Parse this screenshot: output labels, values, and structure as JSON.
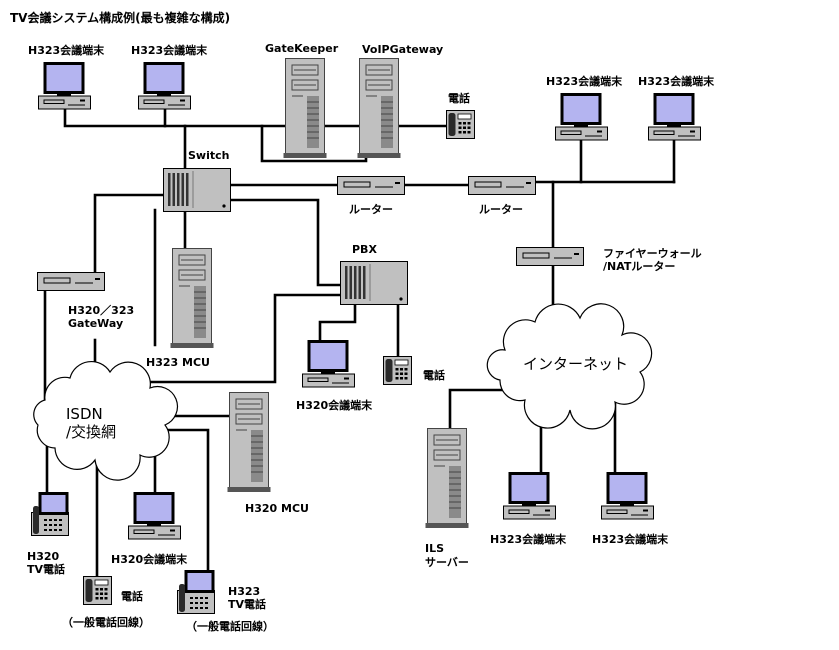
{
  "title": "TV会議システム構成例(最も複雑な構成)",
  "colors": {
    "device": "#c0c0c0",
    "screen": "#b4b4f0",
    "line": "#000000",
    "background": "#ffffff"
  },
  "nodes": {
    "h323_terminal_a": {
      "label": "H323会議端末",
      "icon": "computer-icon"
    },
    "h323_terminal_b": {
      "label": "H323会議端末",
      "icon": "computer-icon"
    },
    "gatekeeper": {
      "label": "GateKeeper",
      "icon": "server-tower-icon"
    },
    "voip_gateway": {
      "label": "VoIPGateway",
      "icon": "server-tower-icon"
    },
    "phone_a": {
      "label": "電話",
      "icon": "telephone-icon"
    },
    "h323_terminal_c": {
      "label": "H323会議端末",
      "icon": "computer-icon"
    },
    "h323_terminal_d": {
      "label": "H323会議端末",
      "icon": "computer-icon"
    },
    "switch": {
      "label": "Switch",
      "icon": "switch-icon"
    },
    "router_a": {
      "label": "ルーター",
      "icon": "router-icon"
    },
    "router_b": {
      "label": "ルーター",
      "icon": "router-icon"
    },
    "firewall": {
      "lines": [
        "ファイヤーウォール",
        "/NATルーター"
      ],
      "icon": "router-icon"
    },
    "pbx": {
      "label": "PBX",
      "icon": "pbx-icon"
    },
    "h320_323_gateway": {
      "lines": [
        "H320／323",
        "GateWay"
      ],
      "icon": "router-icon"
    },
    "h323_mcu": {
      "label": "H323 MCU",
      "icon": "server-tower-icon"
    },
    "h320_terminal_a": {
      "label": "H320会議端末",
      "icon": "computer-icon"
    },
    "phone_b": {
      "label": "電話",
      "icon": "telephone-icon"
    },
    "internet": {
      "label": "インターネット",
      "icon": "cloud-icon"
    },
    "isdn": {
      "lines": [
        "ISDN",
        "/交換網"
      ],
      "icon": "cloud-icon"
    },
    "h320_mcu": {
      "label": "H320 MCU",
      "icon": "server-tower-icon"
    },
    "ils_server": {
      "lines": [
        "ILS",
        "サーバー"
      ],
      "icon": "server-tower-icon"
    },
    "h323_terminal_e": {
      "label": "H323会議端末",
      "icon": "computer-icon"
    },
    "h323_terminal_f": {
      "label": "H323会議端末",
      "icon": "computer-icon"
    },
    "h320_tv_phone": {
      "lines": [
        "H320",
        "TV電話"
      ],
      "icon": "video-phone-icon"
    },
    "h320_terminal_b": {
      "label": "H320会議端末",
      "icon": "computer-icon"
    },
    "phone_c": {
      "label": "電話",
      "note": "（一般電話回線）",
      "icon": "telephone-icon"
    },
    "h323_tv_phone": {
      "lines": [
        "H323",
        "TV電話"
      ],
      "note": "（一般電話回線）",
      "icon": "video-phone-icon"
    }
  }
}
